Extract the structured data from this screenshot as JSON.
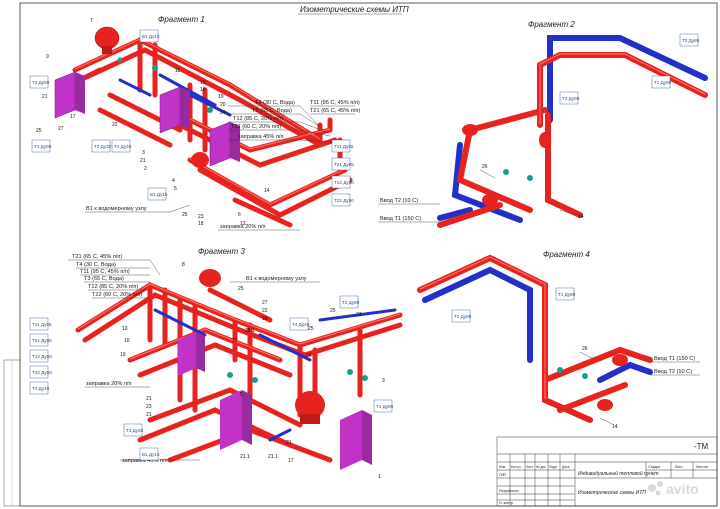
{
  "sheet": {
    "title": "Изометрические схемы ИТП",
    "fragments": [
      "Фрагмент 1",
      "Фрагмент 2",
      "Фрагмент 3",
      "Фрагмент 4"
    ]
  },
  "colors": {
    "supply": "#e8231f",
    "return": "#2130c8",
    "equipment": "#c032c8",
    "valve": "#1a9c8a",
    "tag": "#1a4f8a"
  },
  "fragment1": {
    "legend": [
      "T4 (30 C, Вода)",
      "T3 (65 C, Вода)",
      "T12 (85 C, 20% п/п)",
      "T22 (60 C, 20% п/п)",
      "заправка 45% п/п"
    ],
    "legend_right": [
      "T11 (95 C, 45% п/п)",
      "T21 (65 C, 45% п/п)"
    ],
    "callouts": [
      "В1 к водомерному узлу",
      "заправка 20% п/п"
    ],
    "numbers": [
      "7",
      "9",
      "21",
      "25",
      "27",
      "17",
      "11",
      "22",
      "3",
      "21",
      "2",
      "15",
      "16",
      "4",
      "5",
      "19",
      "20",
      "24",
      "25",
      "23",
      "18",
      "6",
      "14",
      "12"
    ]
  },
  "fragment2": {
    "inputs": [
      "Ввод T2 (10 C)",
      "Ввод T1 (150 C)"
    ],
    "numbers": [
      "26",
      "14"
    ]
  },
  "fragment3": {
    "legend": [
      "T21 (65 C, 45% п/п)",
      "T4 (30 C, Вода)",
      "T11 (95 C, 45% п/п)",
      "T3 (65 C, Вода)",
      "T12 (85 C, 20% п/п)",
      "T22 (60 C, 20% п/п)"
    ],
    "callouts": [
      "В1 к водомерному узлу",
      "заправка 20% п/п",
      "заправка 45% п/п"
    ],
    "numbers": [
      "8",
      "13",
      "19",
      "10",
      "25",
      "27",
      "22",
      "16",
      "25",
      "26",
      "25",
      "27",
      "3",
      "21",
      "23",
      "25.1",
      "21.1",
      "21",
      "11",
      "21",
      "21.1",
      "17",
      "1",
      "5"
    ]
  },
  "fragment4": {
    "inputs": [
      "Ввод T1 (150 C)",
      "Ввод T2 (10 C)"
    ],
    "numbers": [
      "26",
      "14"
    ]
  },
  "tags": [
    "T2 Ду89",
    "T1 Ду89",
    "T3 Ду32",
    "T4 Ду40",
    "B1 Ду15",
    "T12 Ду50",
    "T22 Ду50",
    "T11 Ду65",
    "T21 Ду65"
  ],
  "stamp": {
    "code": "-TM",
    "object": "Индивидуальный тепловой пункт",
    "sheet_name": "Изометрические схемы ИТП",
    "cols": [
      "Стадия",
      "Лист",
      "Листов"
    ],
    "rows": [
      "ГИП",
      "Разработал",
      "Н. контр."
    ],
    "head": [
      "Изм.",
      "Кол.уч",
      "Лист",
      "№ док",
      "Подп.",
      "Дата"
    ]
  },
  "watermark": "avito"
}
